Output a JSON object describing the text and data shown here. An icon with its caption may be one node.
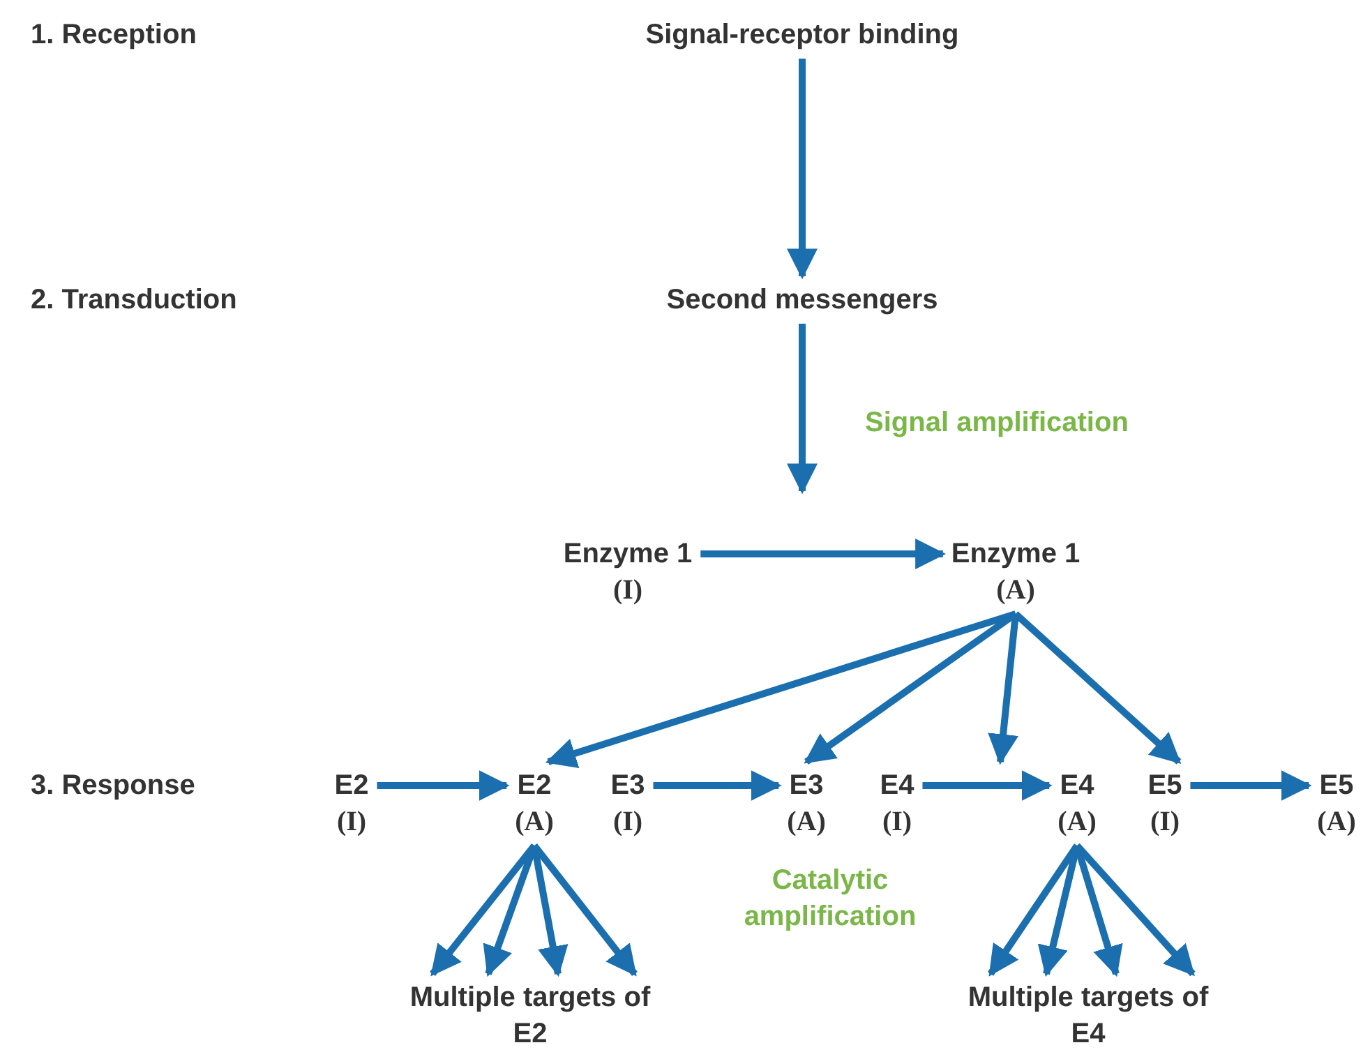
{
  "diagram": {
    "nodes": [
      {
        "text": [
          "Signal-receptor binding"
        ]
      },
      {
        "text": [
          "Second messengers"
        ]
      },
      {
        "text": [
          "Enzyme 1",
          "(I)"
        ]
      },
      {
        "text": [
          "Enzyme 1",
          "(A)"
        ]
      },
      {
        "text": [
          "E2",
          "(I)"
        ]
      },
      {
        "text": [
          "E2",
          "(A)"
        ]
      },
      {
        "text": [
          "E3",
          "(I)"
        ]
      },
      {
        "text": [
          "E3",
          "(A)"
        ]
      },
      {
        "text": [
          "E4",
          "(I)"
        ]
      },
      {
        "text": [
          "E4",
          "(A)"
        ]
      },
      {
        "text": [
          "E5",
          "(I)"
        ]
      },
      {
        "text": [
          "E5",
          "(A)"
        ]
      },
      {
        "text": [
          "Multiple targets of E2"
        ]
      },
      {
        "text": [
          "Multiple targets of E4"
        ]
      }
    ],
    "edges": [
      {
        "from": 0,
        "to": 1,
        "arrow": "to"
      },
      {
        "from": 1,
        "to": null,
        "arrow": "to"
      },
      {
        "from": 2,
        "to": 3,
        "arrow": "to"
      },
      {
        "from": 3,
        "to": 5,
        "arrow": "to"
      },
      {
        "from": 3,
        "to": 7,
        "arrow": "to"
      },
      {
        "from": 3,
        "to": 9,
        "arrow": "to"
      },
      {
        "from": 3,
        "to": 10,
        "arrow": "to"
      },
      {
        "from": 4,
        "to": 5,
        "arrow": "to"
      },
      {
        "from": 6,
        "to": 7,
        "arrow": "to"
      },
      {
        "from": 8,
        "to": 9,
        "arrow": "to"
      },
      {
        "from": 10,
        "to": 11,
        "arrow": "to"
      },
      {
        "from": 5,
        "to": 12,
        "arrow": "to"
      },
      {
        "from": 5,
        "to": 12,
        "arrow": "to"
      },
      {
        "from": 5,
        "to": 12,
        "arrow": "to"
      },
      {
        "from": 5,
        "to": 12,
        "arrow": "to"
      },
      {
        "from": 9,
        "to": 13,
        "arrow": "to"
      },
      {
        "from": 9,
        "to": 13,
        "arrow": "to"
      },
      {
        "from": 9,
        "to": 13,
        "arrow": "to"
      },
      {
        "from": 9,
        "to": 13,
        "arrow": "to"
      }
    ],
    "labels": [
      "1. Reception",
      "2. Transduction",
      "3. Response",
      "Signal amplification",
      "Catalytic amplification"
    ]
  }
}
